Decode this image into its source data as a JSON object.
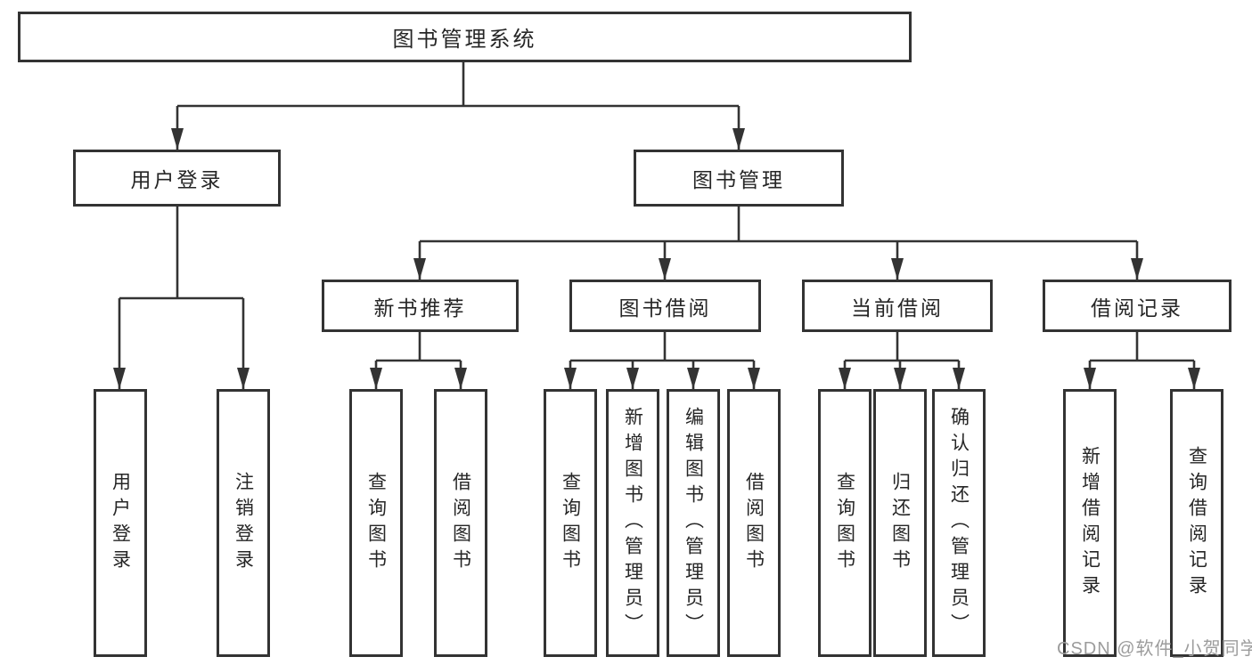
{
  "colors": {
    "line": "#333333",
    "border": "#333333",
    "text": "#262626",
    "watermark": "#9c9c9c"
  },
  "watermark": {
    "text": "CSDN @软件_小贺同学"
  },
  "tree": {
    "label": "图书管理系统",
    "children": [
      {
        "label": "用户登录",
        "children": [
          {
            "label": "用户登录"
          },
          {
            "label": "注销登录"
          }
        ]
      },
      {
        "label": "图书管理",
        "children": [
          {
            "label": "新书推荐",
            "children": [
              {
                "label": "查询图书"
              },
              {
                "label": "借阅图书"
              }
            ]
          },
          {
            "label": "图书借阅",
            "children": [
              {
                "label": "查询图书"
              },
              {
                "label": "新增图书（管理员）"
              },
              {
                "label": "编辑图书（管理员）"
              },
              {
                "label": "借阅图书"
              }
            ]
          },
          {
            "label": "当前借阅",
            "children": [
              {
                "label": "查询图书"
              },
              {
                "label": "归还图书"
              },
              {
                "label": "确认归还（管理员）"
              }
            ]
          },
          {
            "label": "借阅记录",
            "children": [
              {
                "label": "新增借阅记录"
              },
              {
                "label": "查询借阅记录"
              }
            ]
          }
        ]
      }
    ]
  }
}
